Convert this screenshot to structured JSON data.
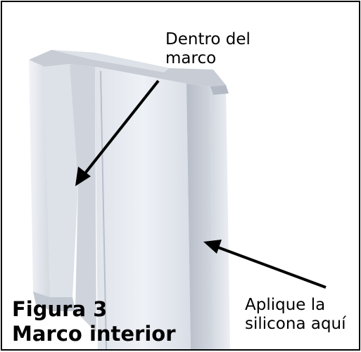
{
  "figure": {
    "caption_line1": "Figura 3",
    "caption_line2": "Marco interior"
  },
  "annotations": {
    "inside_frame_line1": "Dentro del",
    "inside_frame_line2": "marco",
    "apply_silicone_line1": "Aplique la",
    "apply_silicone_line2": "silicona aquí"
  },
  "colors": {
    "border": "#000000",
    "arrow": "#000000",
    "profile_light": "#e8ecf2",
    "profile_shade": "#c9ced8",
    "profile_dark": "#a9afba"
  }
}
